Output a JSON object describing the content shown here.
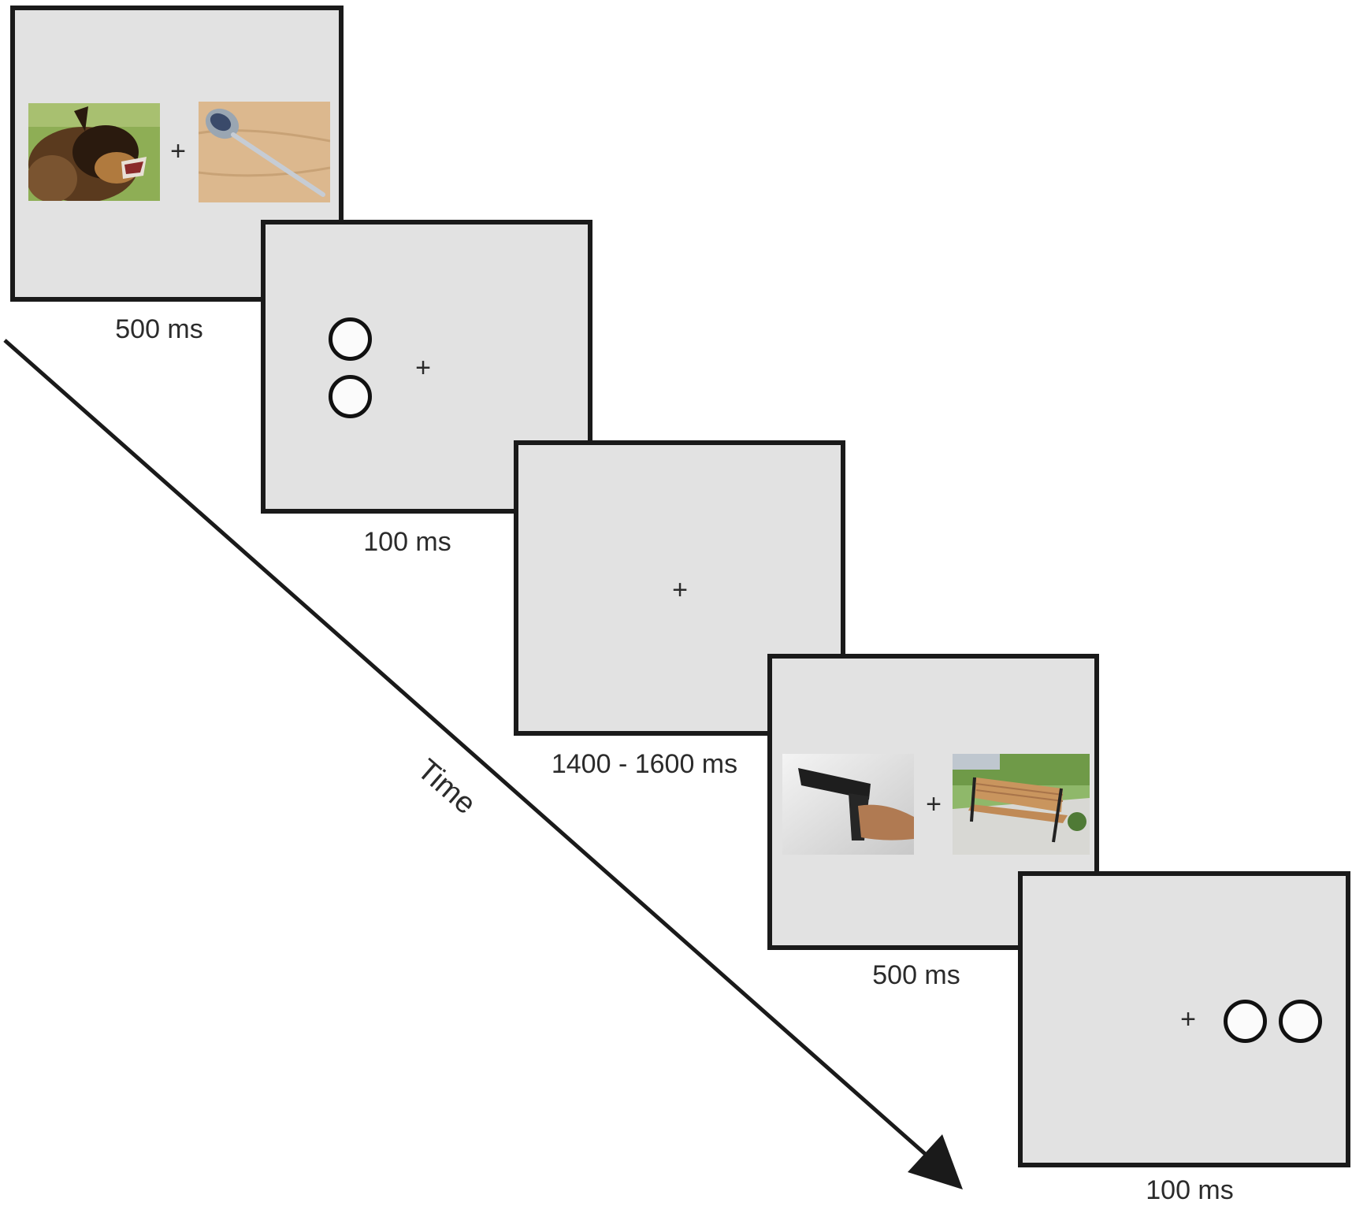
{
  "fixation_symbol": "+",
  "time_label": "Time",
  "screens": [
    {
      "id": "cue-images-1",
      "duration": "500 ms",
      "images": [
        "dog-photo",
        "spoon-photo"
      ]
    },
    {
      "id": "probe-vertical",
      "duration": "100 ms",
      "probe_circles": 2,
      "probe_side": "left"
    },
    {
      "id": "fixation",
      "duration": "1400 - 1600 ms"
    },
    {
      "id": "cue-images-2",
      "duration": "500 ms",
      "images": [
        "gun-photo",
        "bench-photo"
      ]
    },
    {
      "id": "probe-horizontal",
      "duration": "100 ms",
      "probe_circles": 2,
      "probe_side": "right"
    }
  ],
  "colors": {
    "screen_bg": "#e2e2e2",
    "border": "#1a1a1a",
    "arrow": "#1a1a1a"
  }
}
